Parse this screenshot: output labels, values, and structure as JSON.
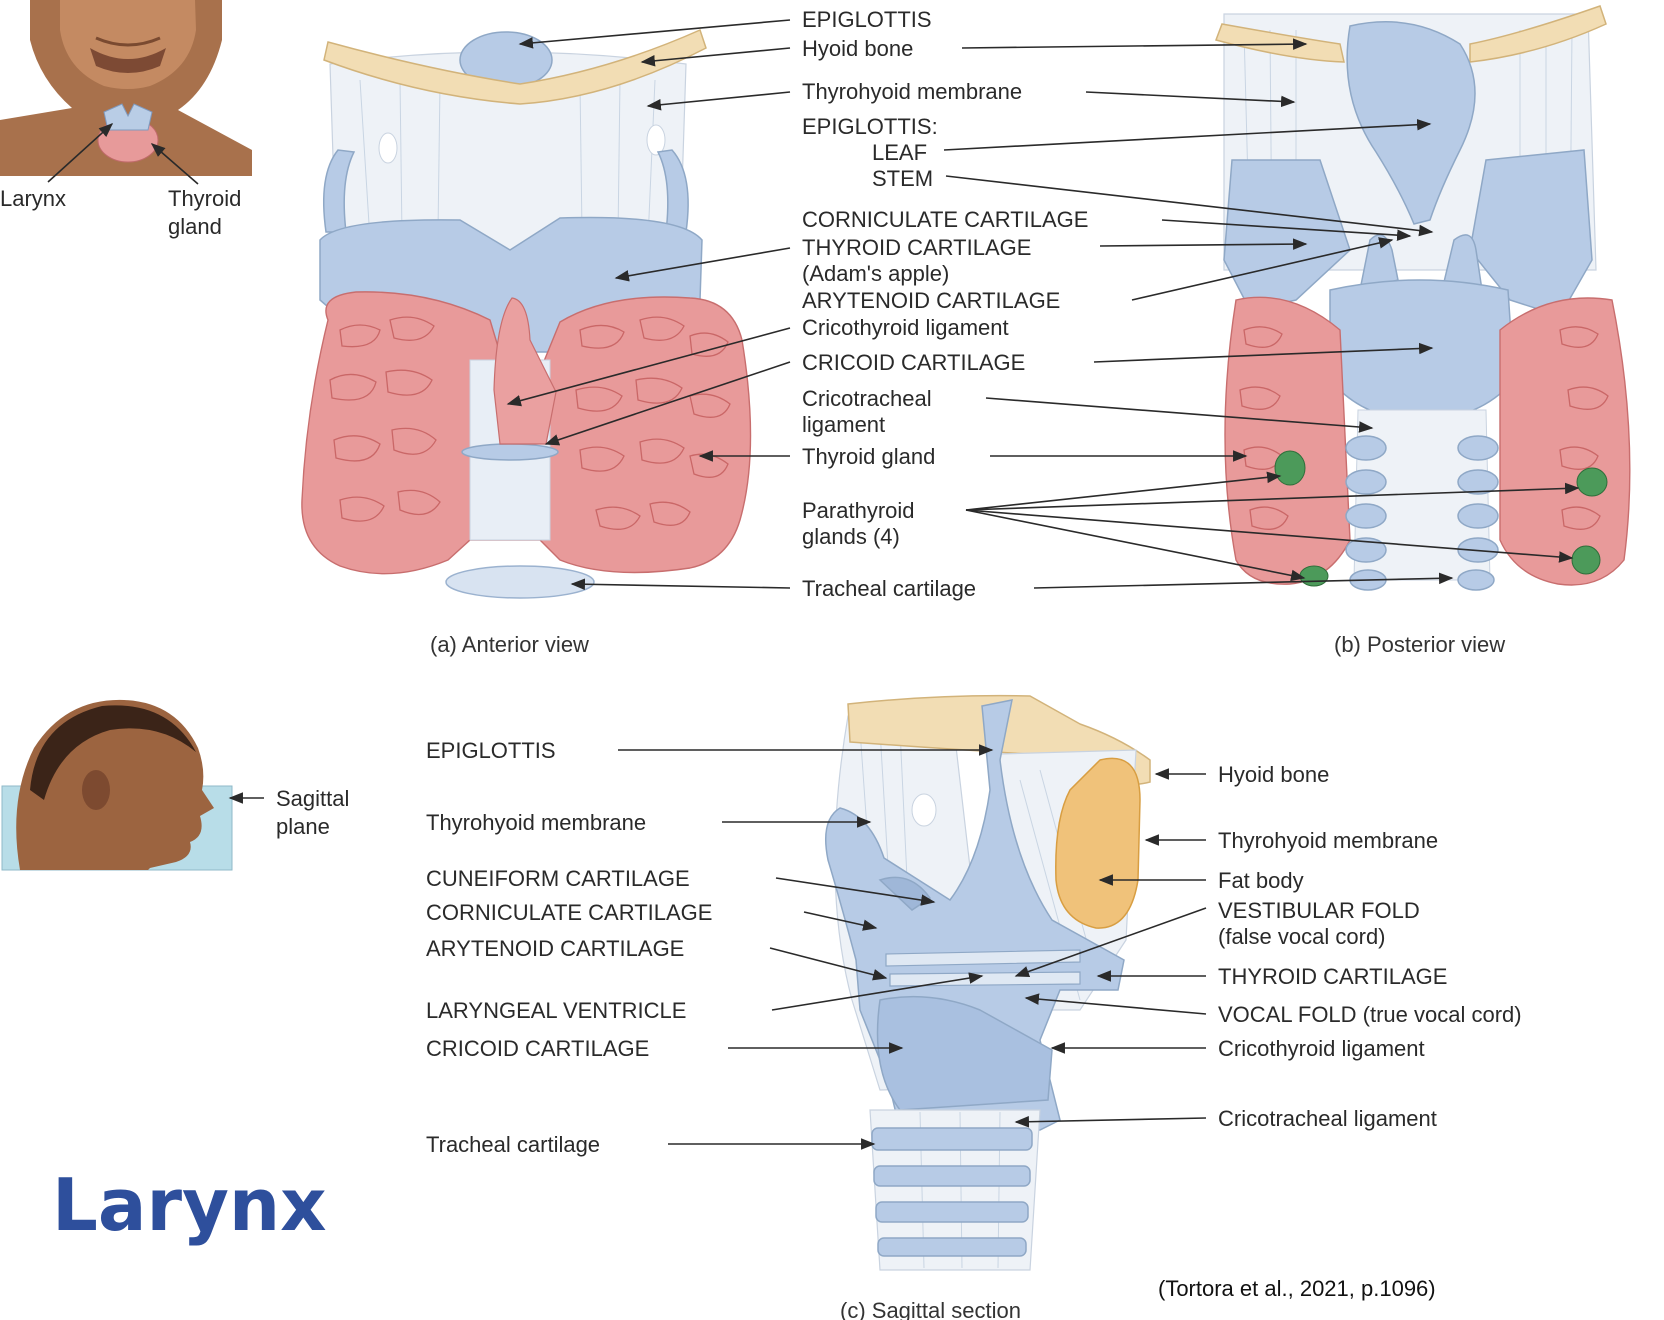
{
  "title": "Larynx",
  "citation": "(Tortora et al., 2021, p.1096)",
  "colors": {
    "title": "#2e4f9c",
    "cartilage": "#b7cbe6",
    "bone": "#f2ddb4",
    "thyroid_gland": "#e89a9a",
    "parathyroid": "#4c9a5a",
    "fat_body": "#f0c27a",
    "skin": "#b07a56",
    "plane_box": "#b8dde8",
    "corner_marker": "#e57e2e"
  },
  "insets": {
    "neck": {
      "label_larynx": "Larynx",
      "label_thyroid_1": "Thyroid",
      "label_thyroid_2": "gland"
    },
    "head": {
      "label_1": "Sagittal",
      "label_2": "plane"
    }
  },
  "panels": {
    "anterior": {
      "caption": "(a) Anterior view"
    },
    "posterior": {
      "caption": "(b) Posterior view"
    },
    "sagittal": {
      "caption": "(c) Sagittal section"
    }
  },
  "labels_ab": [
    "EPIGLOTTIS",
    "Hyoid bone",
    "Thyrohyoid membrane",
    "EPIGLOTTIS:",
    "LEAF",
    "STEM",
    "CORNICULATE CARTILAGE",
    "THYROID CARTILAGE",
    "(Adam's apple)",
    "ARYTENOID CARTILAGE",
    "Cricothyroid ligament",
    "CRICOID CARTILAGE",
    "Cricotracheal",
    "ligament",
    "Thyroid gland",
    "Parathyroid",
    "glands (4)",
    "Tracheal cartilage"
  ],
  "labels_c_left": [
    "EPIGLOTTIS",
    "Thyrohyoid membrane",
    "CUNEIFORM CARTILAGE",
    "CORNICULATE CARTILAGE",
    "ARYTENOID CARTILAGE",
    "LARYNGEAL VENTRICLE",
    "CRICOID CARTILAGE",
    "Tracheal cartilage"
  ],
  "labels_c_right": [
    "Hyoid bone",
    "Thyrohyoid membrane",
    "Fat body",
    "VESTIBULAR FOLD",
    "(false vocal cord)",
    "THYROID CARTILAGE",
    "VOCAL FOLD (true vocal cord)",
    "Cricothyroid ligament",
    "Cricotracheal ligament"
  ]
}
